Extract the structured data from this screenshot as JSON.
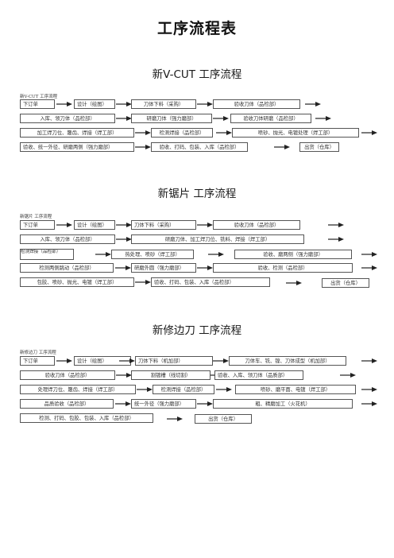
{
  "title": "工序流程表",
  "sections": [
    {
      "title": "新V-CUT 工序流程",
      "label": "新V-CUT 工序流程",
      "steps": [
        "下订单",
        "设计（绘图）",
        "刀体下料（采购）",
        "验收刀体（品检部）",
        "入库、领刀体（品检部）",
        "研磨刀体（强力磨部）",
        "验收刀体研磨（品检部）",
        "加工焊刀位、篾齿、焊接（焊工部）",
        "检测焊接（品检部）",
        "喷砂、抛光、电镀处理（焊工部）",
        "验收、统一外径、研磨两侧（强力磨部）",
        "验收、打码、包装、入库（品检部）",
        "出货（仓库）"
      ]
    },
    {
      "title": "新锯片 工序流程",
      "label": "新锯片 工序流程",
      "steps": [
        "下订单",
        "设计（绘图）",
        "刀体下料（采购）",
        "验收刀体（品检部）",
        "入库、领刀体（品检部）",
        "研磨刀体、加工焊刀位、铣料、焊接（焊工部）",
        "检测焊接（品检部）",
        "热处理、喷砂（焊工部）",
        "验收、磨两侧（强力磨部）",
        "检测两侧跳动（品检部）",
        "研磨外圆（强力磨部）",
        "验收、检测（品检部）",
        "包胶、喷砂、抛光、电镀（焊工部）",
        "验收、打码、包装、入库（品检部）",
        "出货（仓库）"
      ]
    },
    {
      "title": "新修边刀 工序流程",
      "label": "新修边刀 工序流程",
      "steps": [
        "下订单",
        "设计（绘图）",
        "刀体下料（机加部）",
        "刀体车、铣、镗、刀体成型（机加部）",
        "验收刀体（品检部）",
        "割镀槽（线切割）",
        "验收、入库、领刀体（品质部）",
        "处理焊刀位、篾齿、焊接（焊工部）",
        "检测焊接（品检部）",
        "喷砂、磨平面、电镀（焊工部）",
        "品质验收（品检部）",
        "统一外径（强力磨部）",
        "粗、精磨加工（火花机）",
        "检测、打码、包胶、包装、入库（品检部）",
        "出货（仓库）"
      ]
    }
  ]
}
